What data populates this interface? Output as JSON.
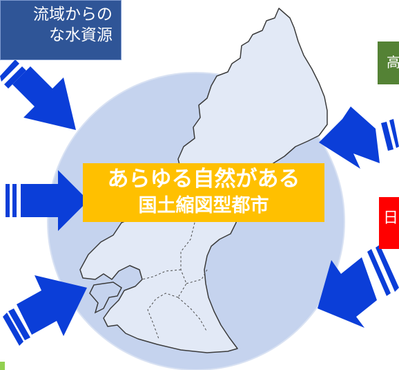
{
  "top_left_box": {
    "line1": "流域からの",
    "line2": "な水資源",
    "color": "#2f5597"
  },
  "right_top_box": {
    "text": "高",
    "color": "#548235"
  },
  "right_mid_box": {
    "text": "日",
    "color": "#ff0000"
  },
  "center_label": {
    "line1": "あらゆる自然がある",
    "line2": "国土縮図型都市",
    "color": "#ffc000"
  },
  "colors": {
    "circle": "#c5d3ee",
    "arrow": "#0b3ed8",
    "map_outline": "#3a3a3a",
    "accent_green": "#92d050"
  }
}
